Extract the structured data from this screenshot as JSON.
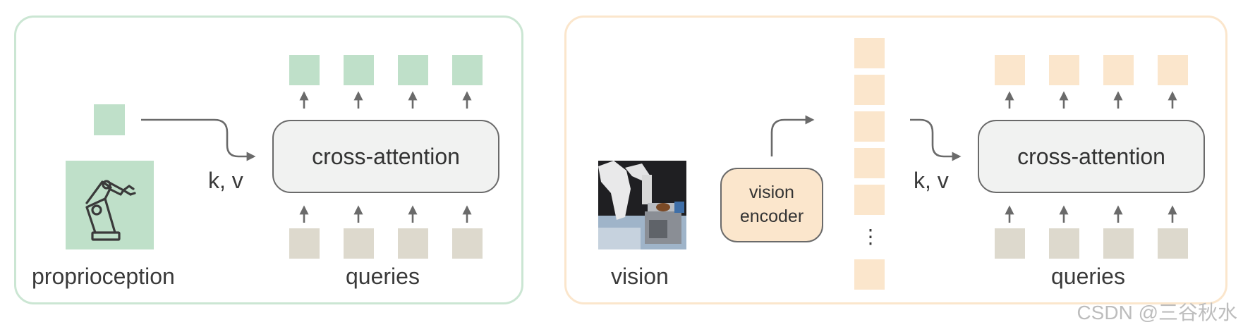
{
  "colors": {
    "proprio_panel_border": "#cbe6d3",
    "vision_panel_border": "#fbe6cc",
    "green_token": "#bfe0c9",
    "orange_token": "#fbe6cc",
    "query_token": "#ddd9cd",
    "arrow": "#6a6a6a"
  },
  "left_panel": {
    "module_label": "cross-attention",
    "kv_label": "k, v",
    "input_label": "proprioception",
    "queries_label": "queries"
  },
  "right_panel": {
    "module_label": "cross-attention",
    "kv_label": "k, v",
    "input_label": "vision",
    "encoder_line1": "vision",
    "encoder_line2": "encoder",
    "ellipsis": "⋮",
    "queries_label": "queries"
  },
  "icons": [
    "robot-arm-icon",
    "robot-camera-photo"
  ],
  "watermark": "CSDN @三谷秋水"
}
